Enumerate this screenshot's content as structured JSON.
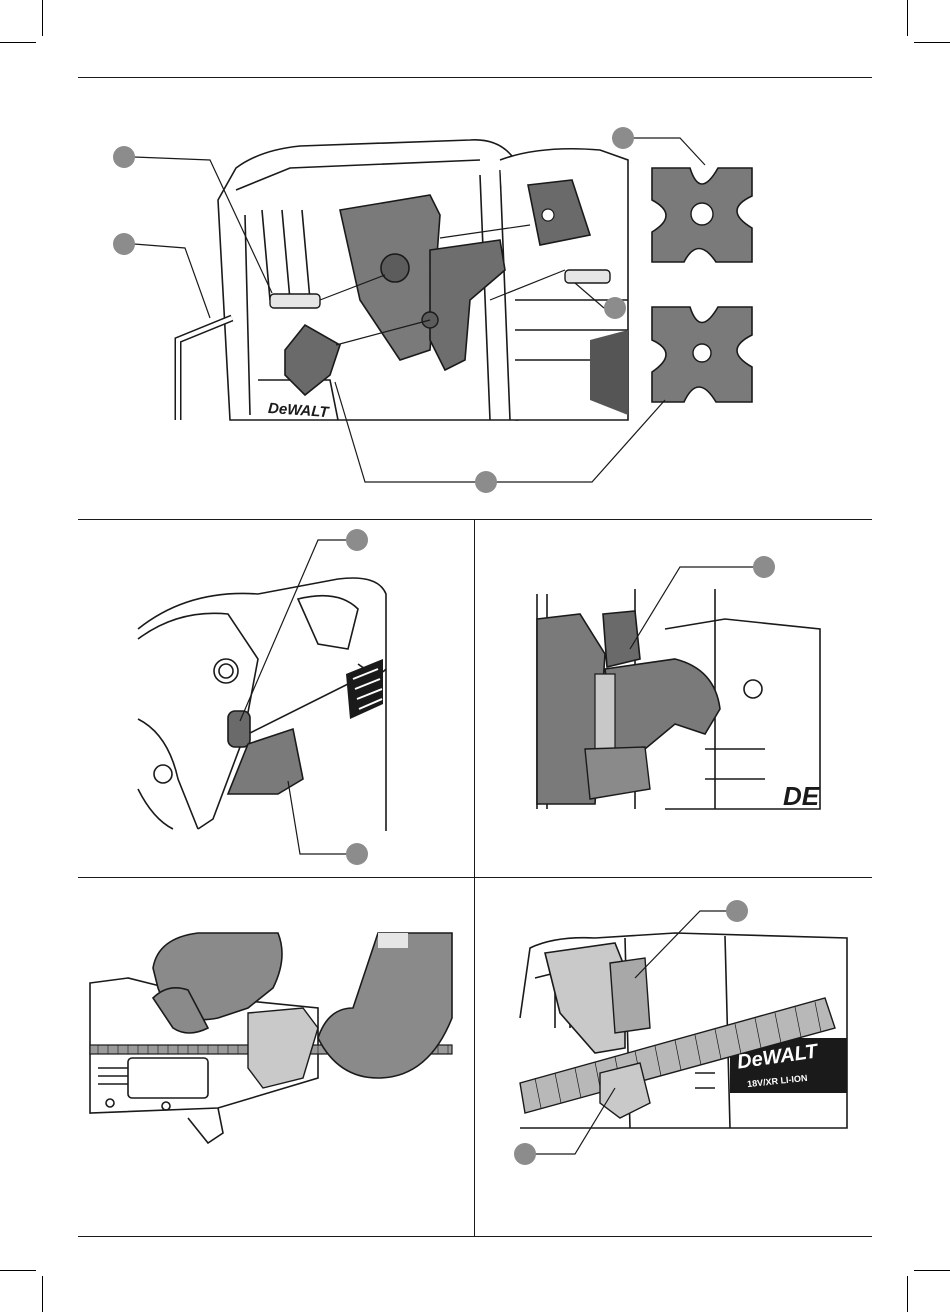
{
  "page": {
    "colors": {
      "ink": "#1a1a1a",
      "callout": "#8c8c8c",
      "part_fill": "#7a7a7a",
      "light_fill": "#e6e6e6",
      "background": "#ffffff"
    }
  },
  "figures": {
    "fig1": {
      "logo_text": "DeWALT"
    },
    "fig2": {},
    "fig3": {
      "logo_text": "DE"
    },
    "fig4": {},
    "fig5": {
      "logo_text": "DeWALT",
      "battery_text": "18V/XR LI-ION"
    }
  }
}
